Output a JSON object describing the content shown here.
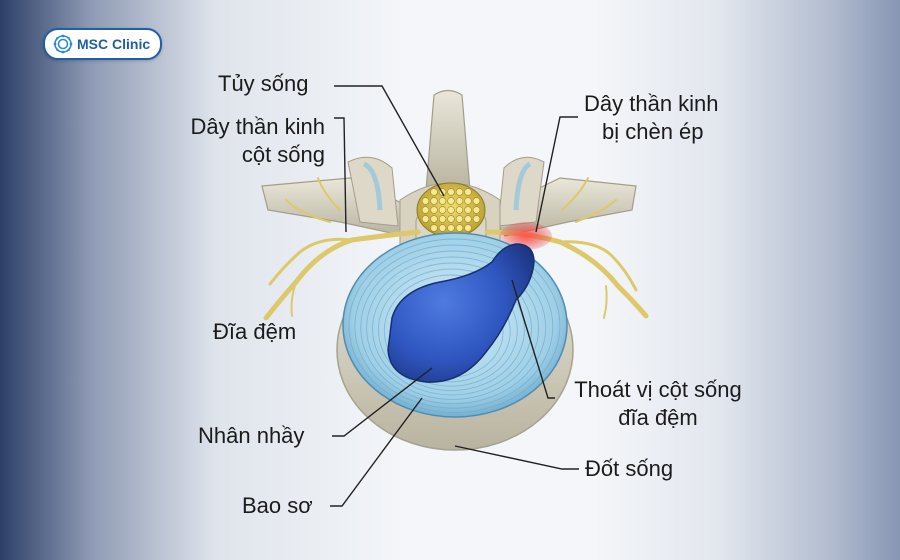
{
  "brand": {
    "name": "MSC Clinic"
  },
  "labels": {
    "spinal_cord": "Tủy sống",
    "spinal_nerve_l1": "Dây thần kinh",
    "spinal_nerve_l2": "cột sống",
    "compressed_nerve_l1": "Dây thần kinh",
    "compressed_nerve_l2": "bị chèn ép",
    "disc": "Đĩa đệm",
    "herniation_l1": "Thoát vị cột sống",
    "herniation_l2": "đĩa đệm",
    "nucleus": "Nhân nhầy",
    "vertebra": "Đốt sống",
    "annulus": "Bao sơ"
  },
  "colors": {
    "nucleus": "#2f56c0",
    "annulus": "#9fcfe6",
    "bone": "#cfcab4",
    "nerve": "#ddc86a",
    "compression": "#e8343a",
    "brand": "#1e5fa8"
  }
}
